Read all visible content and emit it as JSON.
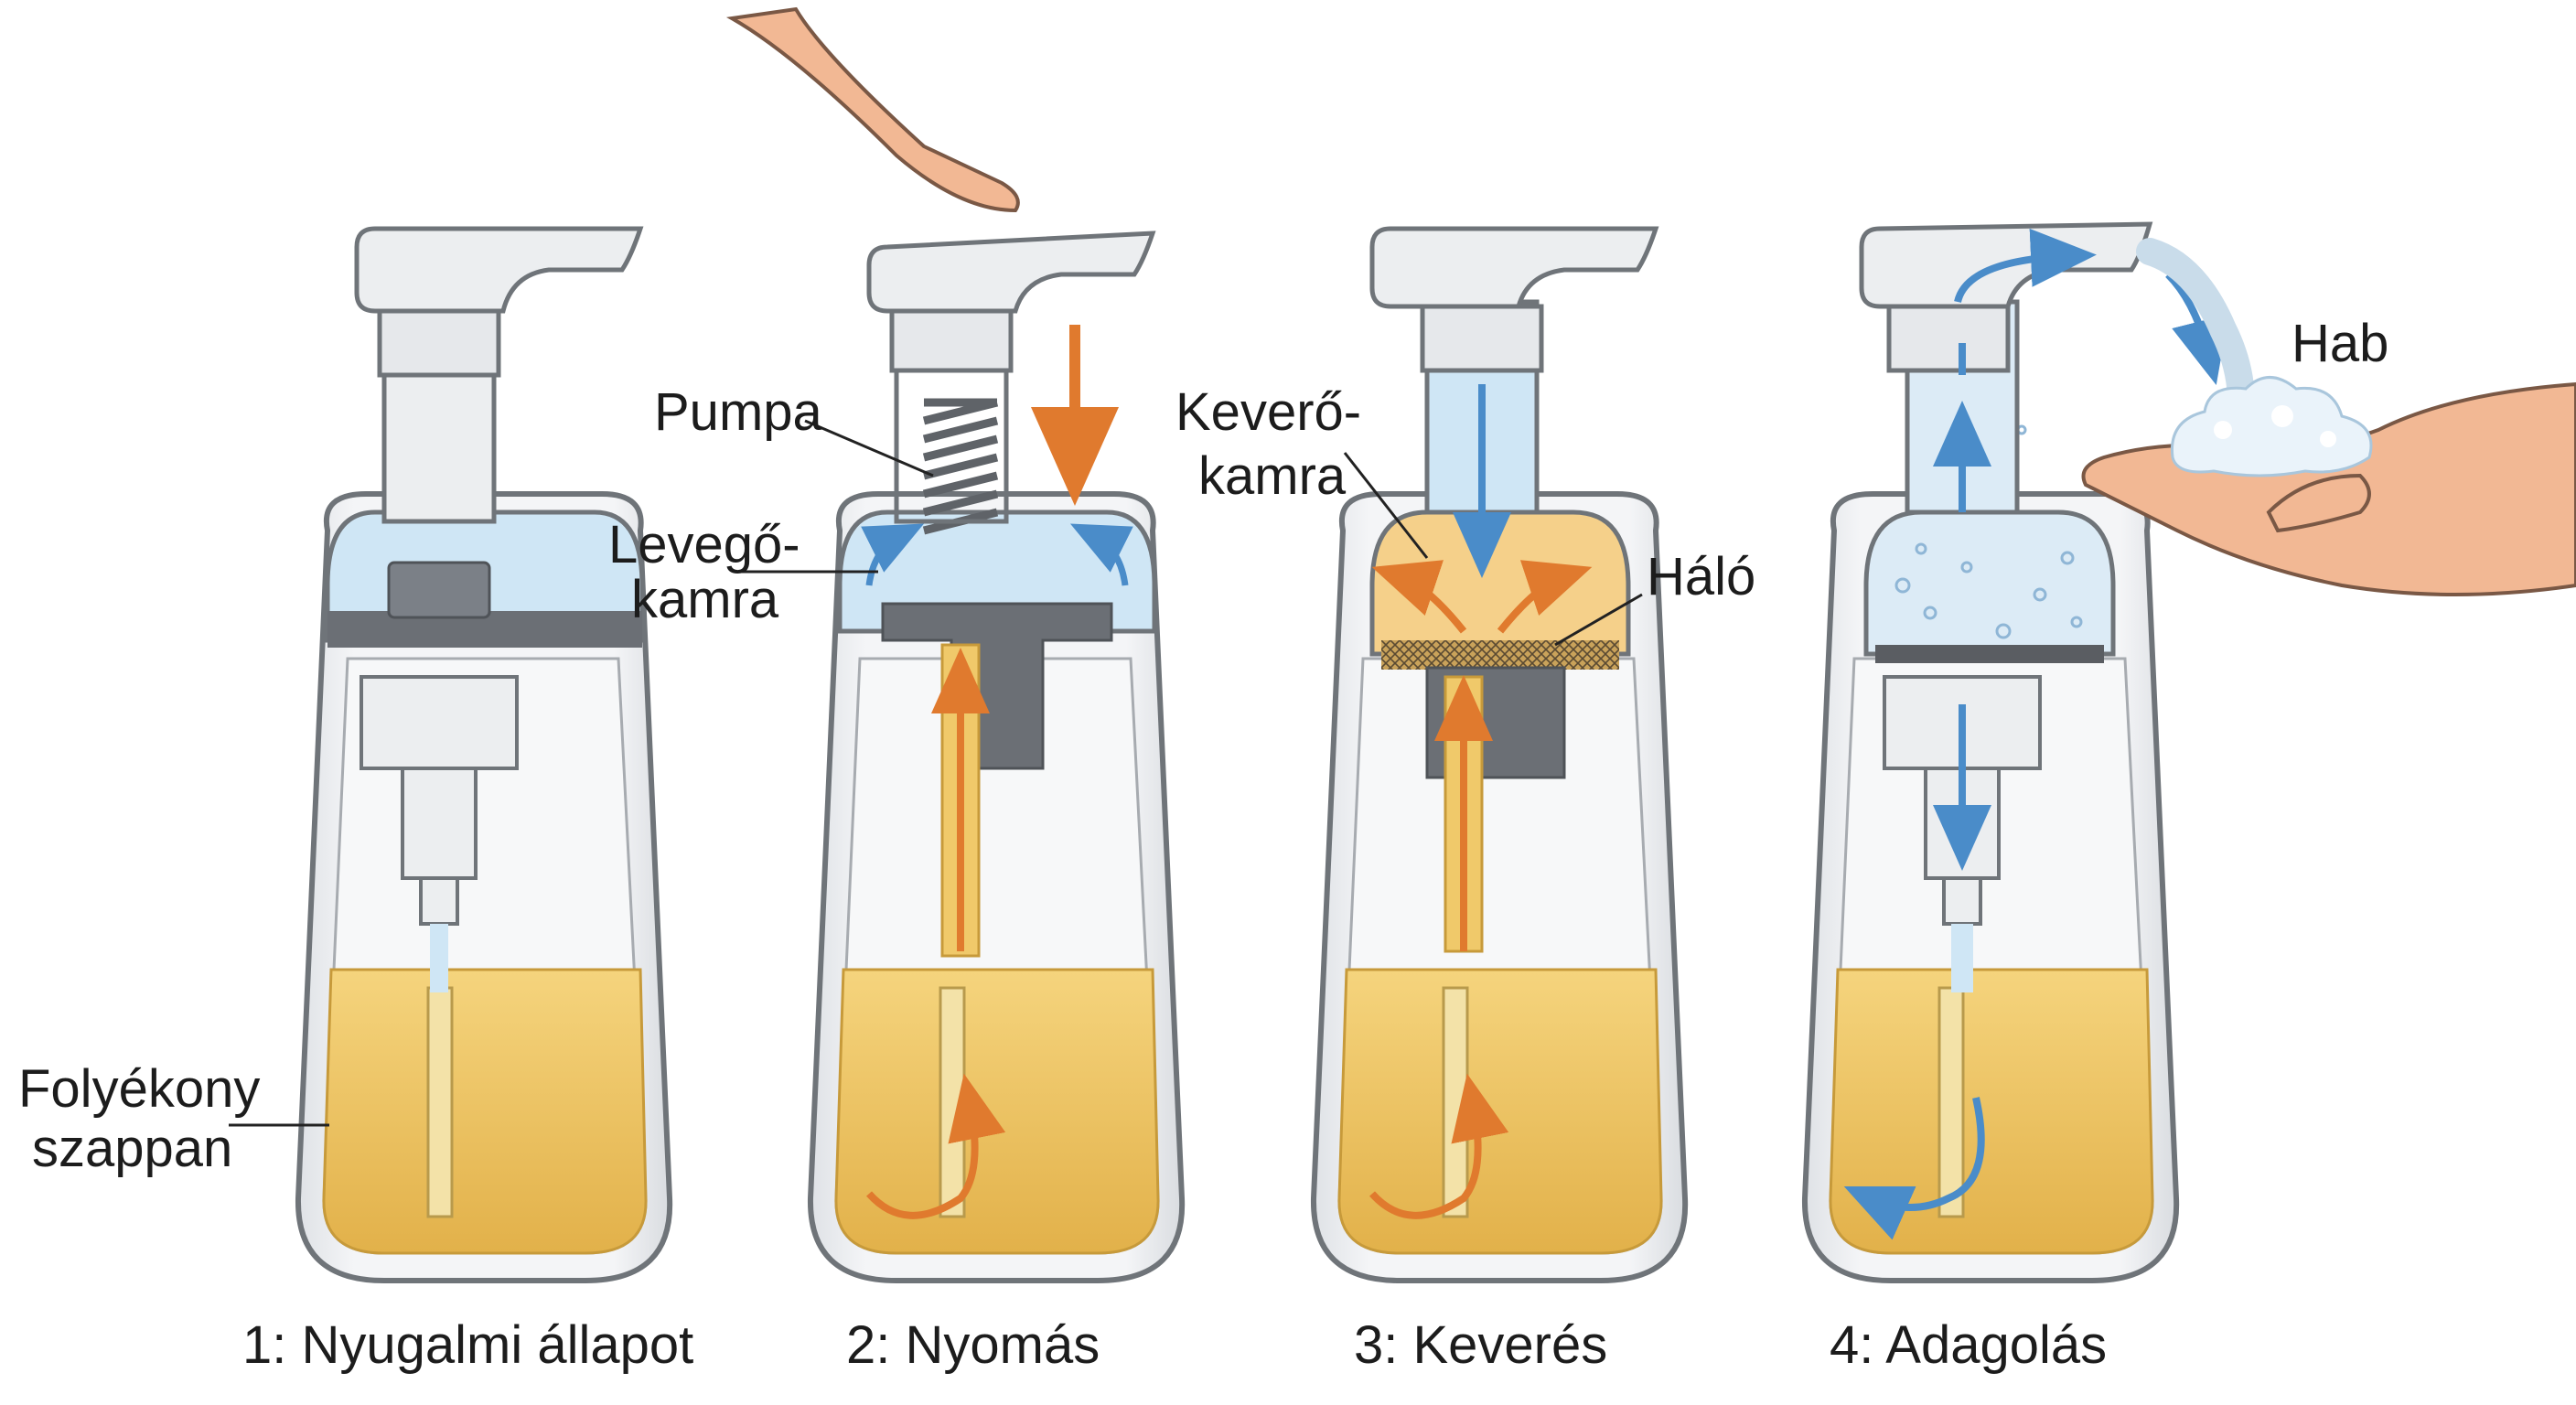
{
  "labels": {
    "soap_line1": "Folyékony",
    "soap_line2": "szappan",
    "air_line1": "Levegő-",
    "air_line2": "kamra",
    "pump": "Pumpa",
    "mix_line1": "Keverő-",
    "mix_line2": "kamra",
    "mesh": "Háló",
    "foam": "Hab"
  },
  "captions": [
    "1: Nyugalmi állapot",
    "2: Nyomás",
    "3: Keverés",
    "4: Adagolás"
  ],
  "colors": {
    "soap": "#f0c96a",
    "soap_dark": "#d9a93c",
    "air": "#cfe6f5",
    "orange_arrow": "#e07a2e",
    "blue_arrow": "#4a8cc9",
    "gray_dark": "#6b6f75",
    "outline": "#6f7479",
    "skin": "#f2b894"
  },
  "icons": [
    "finger-icon",
    "hand-icon",
    "spring-icon",
    "foam-icon"
  ]
}
